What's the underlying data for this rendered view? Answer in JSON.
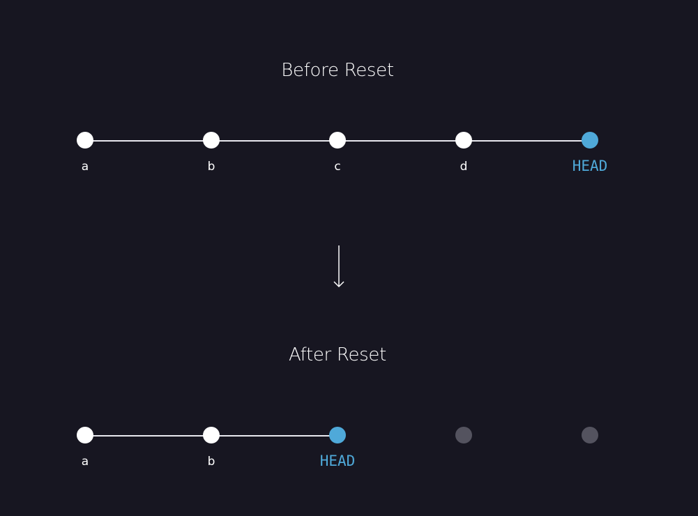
{
  "before": {
    "title": "Before Reset",
    "labels": [
      "a",
      "b",
      "c",
      "d",
      "HEAD"
    ]
  },
  "after": {
    "title": "After Reset",
    "labels": [
      "a",
      "b",
      "HEAD"
    ]
  },
  "colors": {
    "background": "#171621",
    "commit": "#ffffff",
    "head": "#4fa9d9",
    "orphaned_commit": "#54535f",
    "line": "#e9e9ef"
  },
  "icons": {
    "transition": "down-arrow-icon"
  }
}
